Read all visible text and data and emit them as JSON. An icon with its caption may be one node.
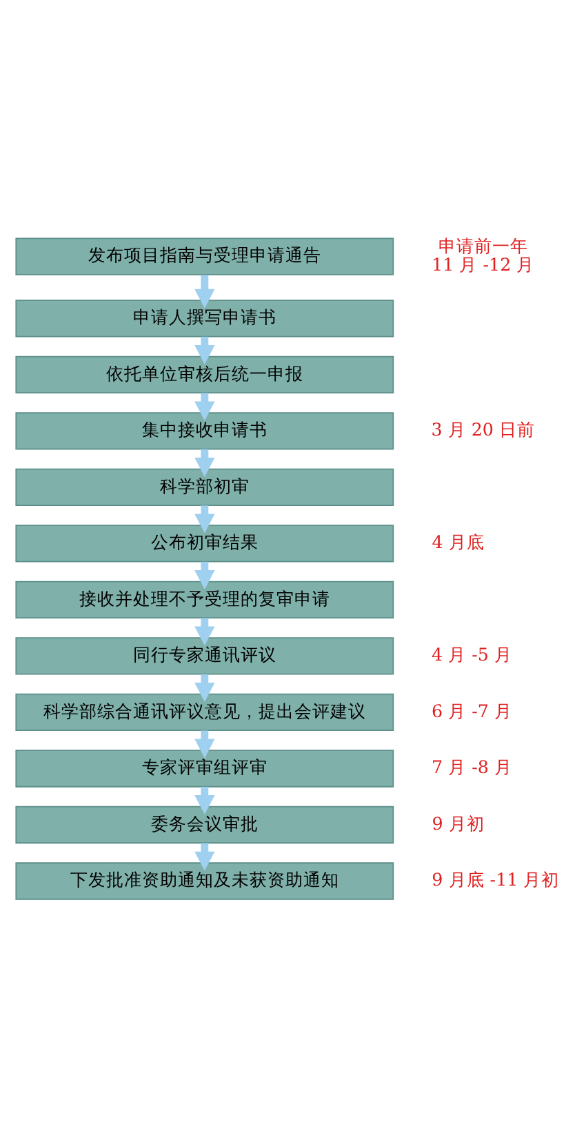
{
  "diagram": {
    "nodes": [
      {
        "text": [
          "发布项目指南与受理申请通告"
        ],
        "beside": [
          "申请前一年",
          "11 月 -12 月"
        ]
      },
      {
        "text": [
          "申请人撰写申请书"
        ]
      },
      {
        "text": [
          "依托单位审核后统一申报"
        ]
      },
      {
        "text": [
          "集中接收申请书"
        ],
        "beside": [
          "3 月 20 日前"
        ]
      },
      {
        "text": [
          "科学部初审"
        ]
      },
      {
        "text": [
          "公布初审结果"
        ],
        "beside": [
          "4 月底"
        ]
      },
      {
        "text": [
          "接收并处理不予受理的复审申请"
        ]
      },
      {
        "text": [
          "同行专家通讯评议"
        ],
        "beside": [
          "4 月 -5 月"
        ]
      },
      {
        "text": [
          "科学部综合通讯评议意见，提出会评建议"
        ],
        "beside": [
          "6 月 -7 月"
        ]
      },
      {
        "text": [
          "专家评审组评审"
        ],
        "beside": [
          "7 月 -8 月"
        ]
      },
      {
        "text": [
          "委务会议审批"
        ],
        "beside": [
          "9 月初"
        ]
      },
      {
        "text": [
          "下发批准资助通知及未获资助通知"
        ],
        "beside": [
          "9 月底 -11 月初"
        ]
      }
    ],
    "edges": [
      {
        "from": 0,
        "to": 1,
        "arrow": "to"
      },
      {
        "from": 1,
        "to": 2,
        "arrow": "to"
      },
      {
        "from": 2,
        "to": 3,
        "arrow": "to"
      },
      {
        "from": 3,
        "to": 4,
        "arrow": "to"
      },
      {
        "from": 4,
        "to": 5,
        "arrow": "to"
      },
      {
        "from": 5,
        "to": 6,
        "arrow": "to"
      },
      {
        "from": 6,
        "to": 7,
        "arrow": "to"
      },
      {
        "from": 7,
        "to": 8,
        "arrow": "to"
      },
      {
        "from": 8,
        "to": 9,
        "arrow": "to"
      },
      {
        "from": 9,
        "to": 10,
        "arrow": "to"
      },
      {
        "from": 10,
        "to": 11,
        "arrow": "to"
      }
    ]
  }
}
